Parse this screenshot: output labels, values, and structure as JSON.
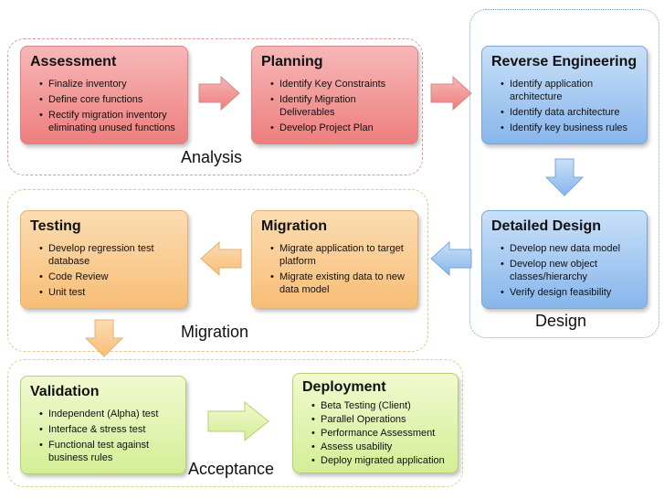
{
  "groups": {
    "analysis": "Analysis",
    "migration": "Migration",
    "acceptance": "Acceptance",
    "design": "Design"
  },
  "boxes": {
    "assessment": {
      "title": "Assessment",
      "items": [
        "Finalize inventory",
        "Define core functions",
        "Rectify migration inventory eliminating unused functions"
      ]
    },
    "planning": {
      "title": "Planning",
      "items": [
        "Identify Key Constraints",
        "Identify Migration Deliverables",
        "Develop Project Plan"
      ]
    },
    "reverse_engineering": {
      "title": "Reverse Engineering",
      "items": [
        "Identify application architecture",
        "Identify data architecture",
        "Identify key business rules"
      ]
    },
    "detailed_design": {
      "title": "Detailed Design",
      "items": [
        "Develop new data model",
        "Develop new object classes/hierarchy",
        "Verify design feasibility"
      ]
    },
    "migration": {
      "title": "Migration",
      "items": [
        "Migrate application to target platform",
        "Migrate existing data to new data model"
      ]
    },
    "testing": {
      "title": "Testing",
      "items": [
        "Develop regression test database",
        "Code Review",
        "Unit test"
      ]
    },
    "validation": {
      "title": "Validation",
      "items": [
        "Independent (Alpha) test",
        "Interface & stress test",
        "Functional test against business rules"
      ]
    },
    "deployment": {
      "title": "Deployment",
      "items": [
        "Beta Testing (Client)",
        "Parallel Operations",
        "Performance Assessment",
        "Assess usability",
        "Deploy migrated application"
      ]
    }
  },
  "colors": {
    "red": "#ee7e7e",
    "orange": "#f8be76",
    "blue": "#87b6ec",
    "green": "#d4ee96"
  }
}
